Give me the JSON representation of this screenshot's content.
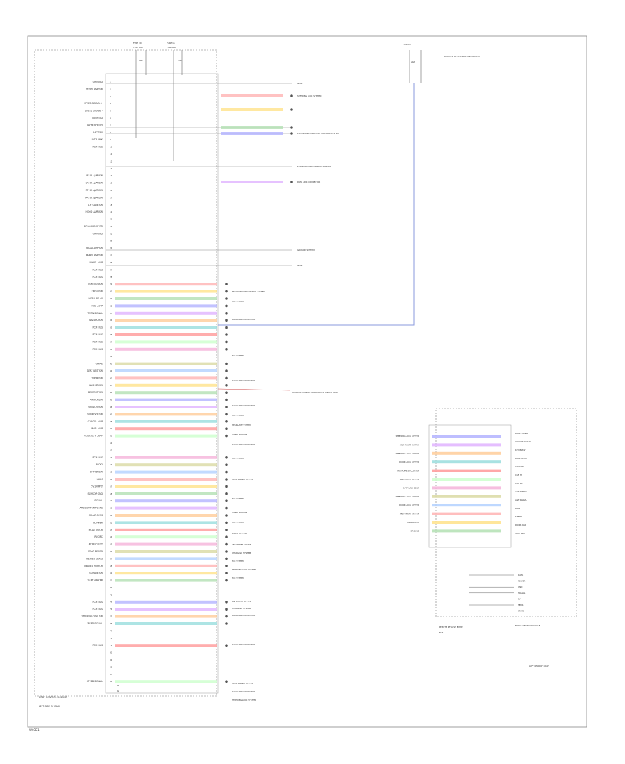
{
  "left_module": {
    "name": "BODY CONTROL MODULE",
    "location": "LEFT SIDE OF DASH",
    "left_labels": [
      "GROUND",
      "STOP LAMP SW",
      "",
      "SPEED SIGNAL +",
      "SPEED SIGNAL -",
      "IGN FEED",
      "BATTERY FEED",
      "BATTERY",
      "DATA LINK",
      "PCM BUS",
      "",
      "",
      "",
      "LF DR AJAR SW",
      "LR DR AJAR SW",
      "RF DR AJAR SW",
      "RR DR AJAR SW",
      "LIFTGATE SW",
      "HOOD AJAR SW",
      "",
      "DR LOCK MOTOR",
      "GROUND",
      "",
      "HEADLAMP SW",
      "PARK LAMP SW",
      "DOME LAMP",
      "PCM BUS",
      "PCM BUS",
      "IGNITION SW",
      "KEY-IN SW",
      "HORN RELAY",
      "FOG LAMP",
      "TURN SIGNAL",
      "HAZARD SW",
      "PCM BUS",
      "PCM BUS",
      "PCM BUS",
      "PCM BUS",
      "",
      "CHIME",
      "SEAT BELT SW",
      "WIPER SW",
      "WASHER SW",
      "DEFROST SW",
      "MIRROR SW",
      "WINDOW SW",
      "SUNROOF SW",
      "CARGO LAMP",
      "MAP LAMP",
      "COURTESY LAMP",
      "",
      "",
      "PCM BUS",
      "RADIO",
      "DIMMER SW",
      "ILLUM",
      "5V SUPPLY",
      "SENSOR GND",
      "SIGNAL",
      "AMBIENT TEMP SENS",
      "SOLAR SENS",
      "BLOWER",
      "MODE DOOR",
      "RECIRC",
      "AC REQUEST",
      "REAR DEFOG",
      "HEATED SEATS",
      "HEATED MIRROR",
      "CLIMATE SW",
      "SEAT HEATER",
      "",
      "",
      "PCM BUS",
      "PCM BUS",
      "STEERING WHL SW",
      "SPEED SIGNAL",
      "",
      "",
      "PCM BUS",
      "",
      "",
      "",
      "",
      "SPEED SIGNAL"
    ],
    "bottom_pins": [
      "B1",
      "B2"
    ]
  },
  "right_module": {
    "name": "BODY CONTROL MODULE",
    "location": "LEFT REAR OF DASH",
    "systems_left": [
      "STEERING LOCK SYSTEM",
      "ANTI-THEFT SYSTEM",
      "STEERING LOCK SYSTEM",
      "DOOR LOCK SYSTEM",
      "INSTRUMENT CLUSTER",
      "ANTI-THEFT SYSTEM",
      "DATA LINK CONN",
      "STEERING LOCK SYSTEM",
      "DOOR LOCK SYSTEM",
      "ANTI-THEFT SYSTEM",
      "DIAGNOSTIC",
      "GROUND"
    ],
    "labels_right": [
      "LOCK SIGNAL",
      "UNLOCK SIGNAL",
      "KEY-IN SW",
      "LOCK RELAY",
      "GROUND",
      "CAN HI",
      "CAN LO",
      "ANT SUPPLY",
      "ANT SIGNAL",
      "DIAG",
      "SPEED",
      "DOOR AJAR",
      "SEAT BELT"
    ],
    "bottom_labels": [
      "DATA",
      "POWER",
      "GND",
      "SIGNAL",
      "5V",
      "SENS",
      "SPARE"
    ],
    "bottom_note": "REMOTE KEYLESS ENTRY",
    "label_small": "BCM"
  },
  "top_fuses": [
    {
      "title": "FUSE 10",
      "sub": "10A",
      "box": "FUSE BOX"
    },
    {
      "title": "FUSE 15",
      "sub": "15A",
      "box": "FUSE BOX"
    }
  ],
  "top_right": {
    "title": "FUSE 20",
    "sub": "20A",
    "note": "LOCATED IN FUSE BOX UNDER DASH"
  },
  "destinations": [
    "G201",
    "STEERING LOCK SYSTEM",
    "ELECTRONIC THROTTLE CONTROL SYSTEM",
    "TRANSMISSION CONTROL SYSTEM",
    "DATA LINK CONNECTOR",
    "GROUND SYSTEM",
    "G202",
    "TRANSMISSION CONTROL SYSTEM",
    "TCC SYSTEM",
    "DATA LINK CONNECTOR",
    "TCC SYSTEM",
    "DATA LINK CONNECTOR",
    "DATA LINK CONNECTOR",
    "TCC SYSTEM",
    "HEADLAMP SYSTEM",
    "WIPER SYSTEM",
    "DATA LINK CONNECTOR",
    "TCC SYSTEM",
    "TURN SIGNAL SYSTEM",
    "TCC SYSTEM",
    "WIPER SYSTEM",
    "TCC SYSTEM",
    "WIPER SYSTEM",
    "ANTI-THEFT SYSTEM",
    "CHARGING SYSTEM",
    "TCC SYSTEM",
    "STEERING LOCK SYSTEM",
    "TCC SYSTEM",
    "ANTI-THEFT SYSTEM",
    "CHARGING SYSTEM",
    "DATA LINK CONNECTOR",
    "DATA LINK CONNECTOR",
    "TURN SIGNAL SYSTEM",
    "DATA LINK CONNECTOR",
    "STEERING LOCK SYSTEM"
  ],
  "note_right_mid": "DATA LINK CONNECTOR LOCATED UNDER DASH",
  "footer": "W05D1"
}
